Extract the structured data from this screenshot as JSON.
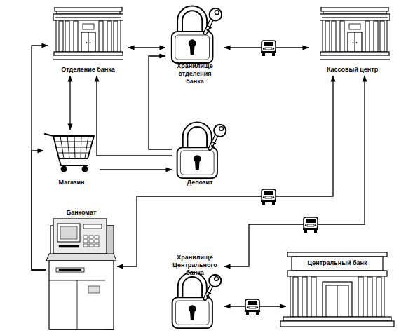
{
  "diagram": {
    "nodes": [
      {
        "text": [
          "Отделение банка"
        ]
      },
      {
        "text": [
          "Хранилище отделения банка"
        ]
      },
      {
        "text": [
          "Кассовый центр"
        ]
      },
      {
        "text": [
          "Магазин"
        ]
      },
      {
        "text": [
          "Депозит"
        ]
      },
      {
        "text": [
          "Банкомат"
        ]
      },
      {
        "text": [
          "Хранилище Центрального банка"
        ]
      },
      {
        "text": [
          "Центральный банк"
        ]
      }
    ],
    "edges": [
      {
        "from": 0,
        "to": 1,
        "arrow": "both"
      },
      {
        "from": 1,
        "to": 2,
        "arrow": "both"
      },
      {
        "from": 0,
        "to": 3,
        "arrow": "both"
      },
      {
        "from": 4,
        "to": 1,
        "arrow": "to"
      },
      {
        "from": 4,
        "to": 0,
        "arrow": "to"
      },
      {
        "from": 3,
        "to": 4,
        "arrow": "to"
      },
      {
        "from": 5,
        "to": 0,
        "arrow": "to"
      },
      {
        "from": 5,
        "to": 3,
        "arrow": "to"
      },
      {
        "from": 2,
        "to": 5,
        "arrow": "both"
      },
      {
        "from": 2,
        "to": 6,
        "arrow": "both"
      },
      {
        "from": 6,
        "to": 7,
        "arrow": "both"
      }
    ]
  }
}
